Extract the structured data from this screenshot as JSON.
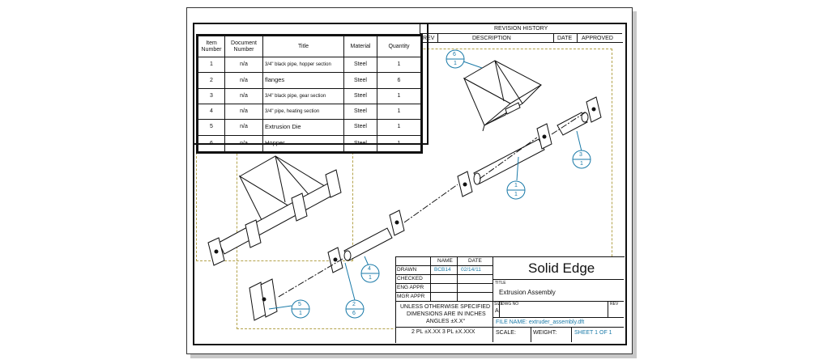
{
  "revision": {
    "header": "REVISION HISTORY",
    "cols": [
      "REV",
      "DESCRIPTION",
      "DATE",
      "APPROVED"
    ]
  },
  "bom": {
    "headers": [
      "Item Number",
      "Document Number",
      "Title",
      "Material",
      "Quantity"
    ],
    "rows": [
      {
        "item": "1",
        "doc": "n/a",
        "title": "3/4\" black pipe, hopper section",
        "material": "Steel",
        "qty": "1"
      },
      {
        "item": "2",
        "doc": "n/a",
        "title": "flanges",
        "material": "Steel",
        "qty": "6"
      },
      {
        "item": "3",
        "doc": "n/a",
        "title": "3/4\" black pipe, gear section",
        "material": "Steel",
        "qty": "1"
      },
      {
        "item": "4",
        "doc": "n/a",
        "title": "3/4\" pipe, heating section",
        "material": "Steel",
        "qty": "1"
      },
      {
        "item": "5",
        "doc": "n/a",
        "title": "Extrusion Die",
        "material": "Steel",
        "qty": "1"
      },
      {
        "item": "6",
        "doc": "n/a",
        "title": "Hopper",
        "material": "Steel",
        "qty": "1"
      }
    ]
  },
  "balloons": [
    {
      "top": "6",
      "bottom": "1"
    },
    {
      "top": "3",
      "bottom": "1"
    },
    {
      "top": "1",
      "bottom": "1"
    },
    {
      "top": "4",
      "bottom": "1"
    },
    {
      "top": "2",
      "bottom": "6"
    },
    {
      "top": "5",
      "bottom": "1"
    }
  ],
  "title_block": {
    "name_hdr": "NAME",
    "date_hdr": "DATE",
    "drawn_label": "DRAWN",
    "drawn_name": "BCB14",
    "drawn_date": "02/14/11",
    "checked": "CHECKED",
    "eng_appr": "ENG APPR",
    "mgr_appr": "MGR APPR",
    "tolerance_1": "UNLESS OTHERWISE SPECIFIED",
    "tolerance_2": "DIMENSIONS ARE IN INCHES",
    "tolerance_3": "ANGLES ±X.X°",
    "tolerance_4": "2 PL ±X.XX 3 PL ±X.XXX",
    "company": "Solid Edge",
    "title_label": "TITLE",
    "title": "Extrusion Assembly",
    "size_label": "SIZE",
    "size": "A",
    "dwg_label": "DWG NO",
    "rev_label": "REV",
    "file_name": "FILE NAME: extruder_assembly.dft",
    "scale": "SCALE:",
    "weight": "WEIGHT:",
    "sheet": "SHEET 1 OF 1"
  },
  "colors": {
    "balloon": "#1a7aa8",
    "frame": "#b3a24a",
    "line": "#111111"
  }
}
